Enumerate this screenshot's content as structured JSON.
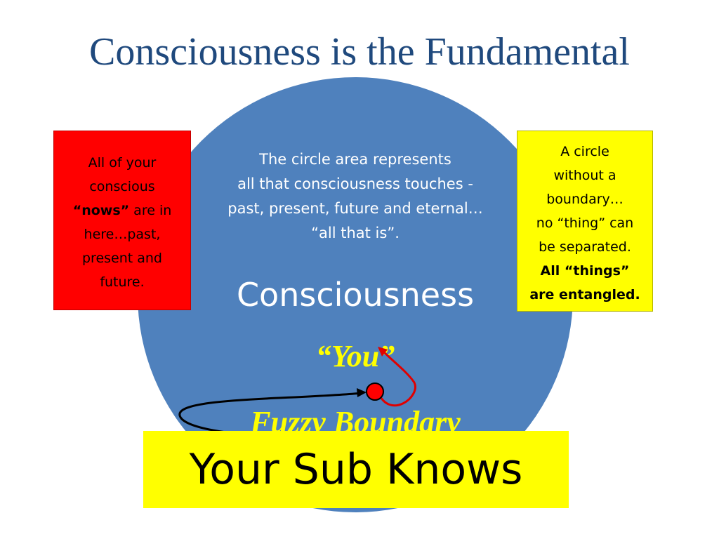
{
  "title": "Consciousness is the Fundamental",
  "circle": {
    "description_lines": [
      "The circle area represents",
      "all that consciousness touches -",
      "past, present, future and eternal…",
      "“all that is”."
    ],
    "label": "Consciousness",
    "you_label": "“You”",
    "fuzzy_label": "Fuzzy Boundary"
  },
  "red_box": {
    "line1": "All of your",
    "line2": "conscious",
    "line3_bold": "“nows”",
    "line3_rest": " are in",
    "line4": "here…past,",
    "line5": "present and",
    "line6": "future."
  },
  "yellow_box": {
    "line1": "A circle",
    "line2": "without a",
    "line3": "boundary…",
    "line4": "no “thing” can",
    "line5": "be separated.",
    "line6_bold": "All “things”",
    "line7_bold": "are entangled."
  },
  "bottom_box": {
    "text": "Your Sub Knows"
  },
  "colors": {
    "title": "#1f497d",
    "circle_fill": "#4f81bd",
    "red_box": "#ff0000",
    "yellow": "#ffff00",
    "red_arrow": "#e00000",
    "black_arrow": "#000000",
    "dot": "#ff0000"
  }
}
